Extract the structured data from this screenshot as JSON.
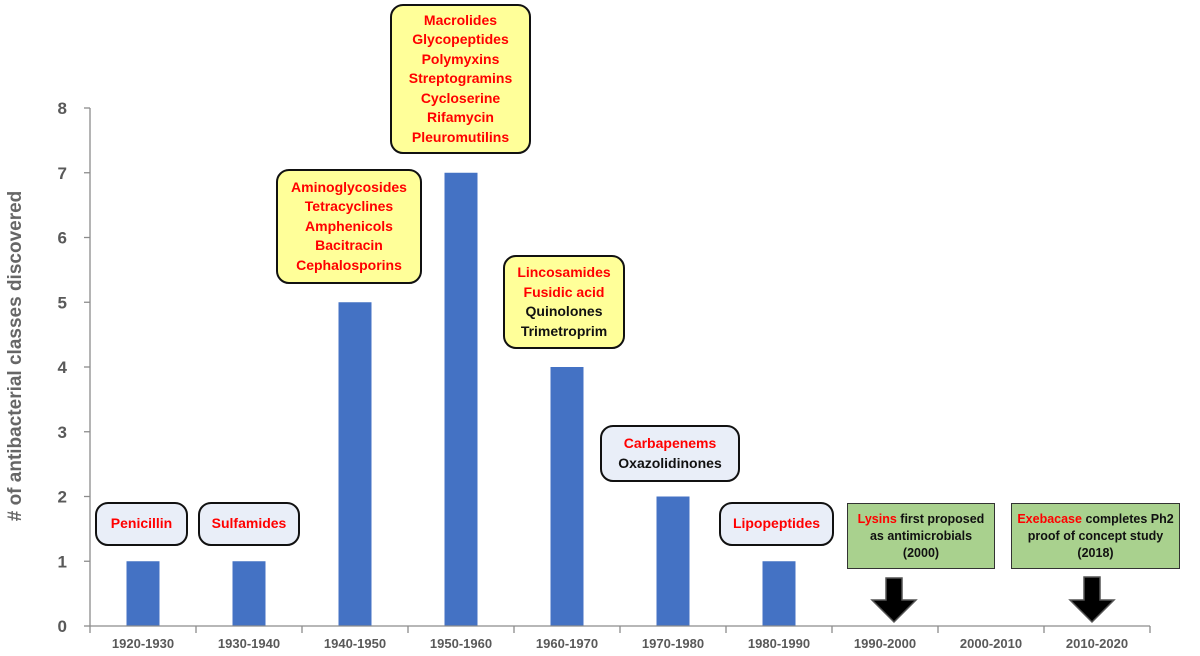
{
  "chart_data": {
    "type": "bar",
    "ylabel": "# of antibacterial classes discovered",
    "xlabel": "",
    "ylim": [
      0,
      8
    ],
    "yticks": [
      0,
      1,
      2,
      3,
      4,
      5,
      6,
      7,
      8
    ],
    "grid": false,
    "bar_color": "#4472c4",
    "categories": [
      "1920-1930",
      "1930-1940",
      "1940-1950",
      "1950-1960",
      "1960-1970",
      "1970-1980",
      "1980-1990",
      "1990-2000",
      "2000-2010",
      "2010-2020"
    ],
    "values": [
      1,
      1,
      5,
      7,
      4,
      2,
      1,
      0,
      0,
      0
    ],
    "annotations": [
      {
        "category": "1920-1930",
        "style": "blue",
        "lines": [
          {
            "text": "Penicillin",
            "color": "red"
          }
        ]
      },
      {
        "category": "1930-1940",
        "style": "blue",
        "lines": [
          {
            "text": "Sulfamides",
            "color": "red"
          }
        ]
      },
      {
        "category": "1940-1950",
        "style": "yellow",
        "lines": [
          {
            "text": "Aminoglycosides",
            "color": "red"
          },
          {
            "text": "Tetracyclines",
            "color": "red"
          },
          {
            "text": "Amphenicols",
            "color": "red"
          },
          {
            "text": "Bacitracin",
            "color": "red"
          },
          {
            "text": "Cephalosporins",
            "color": "red"
          }
        ]
      },
      {
        "category": "1950-1960",
        "style": "yellow",
        "lines": [
          {
            "text": "Macrolides",
            "color": "red"
          },
          {
            "text": "Glycopeptides",
            "color": "red"
          },
          {
            "text": "Polymyxins",
            "color": "red"
          },
          {
            "text": "Streptogramins",
            "color": "red"
          },
          {
            "text": "Cycloserine",
            "color": "red"
          },
          {
            "text": "Rifamycin",
            "color": "red"
          },
          {
            "text": "Pleuromutilins",
            "color": "red"
          }
        ]
      },
      {
        "category": "1960-1970",
        "style": "yellow",
        "lines": [
          {
            "text": "Lincosamides",
            "color": "red"
          },
          {
            "text": "Fusidic acid",
            "color": "red"
          },
          {
            "text": "Quinolones",
            "color": "black"
          },
          {
            "text": "Trimetroprim",
            "color": "black"
          }
        ]
      },
      {
        "category": "1970-1980",
        "style": "blue",
        "lines": [
          {
            "text": "Carbapenems",
            "color": "red"
          },
          {
            "text": "Oxazolidinones",
            "color": "black"
          }
        ]
      },
      {
        "category": "1980-1990",
        "style": "blue",
        "lines": [
          {
            "text": "Lipopeptides",
            "color": "red"
          }
        ]
      },
      {
        "category": "1990-2000",
        "style": "green",
        "arrow": true,
        "lines": [
          [
            {
              "text": "Lysins",
              "color": "red"
            },
            {
              "text": " first proposed",
              "color": "black"
            }
          ],
          [
            {
              "text": "as antimicrobials",
              "color": "black"
            }
          ],
          [
            {
              "text": "(2000)",
              "color": "black"
            }
          ]
        ]
      },
      {
        "category": "2010-2020",
        "style": "green",
        "arrow": true,
        "lines": [
          [
            {
              "text": "Exebacase",
              "color": "red"
            },
            {
              "text": " completes Ph2",
              "color": "black"
            }
          ],
          [
            {
              "text": "proof of concept study",
              "color": "black"
            }
          ],
          [
            {
              "text": "(2018)",
              "color": "black"
            }
          ]
        ]
      }
    ]
  }
}
